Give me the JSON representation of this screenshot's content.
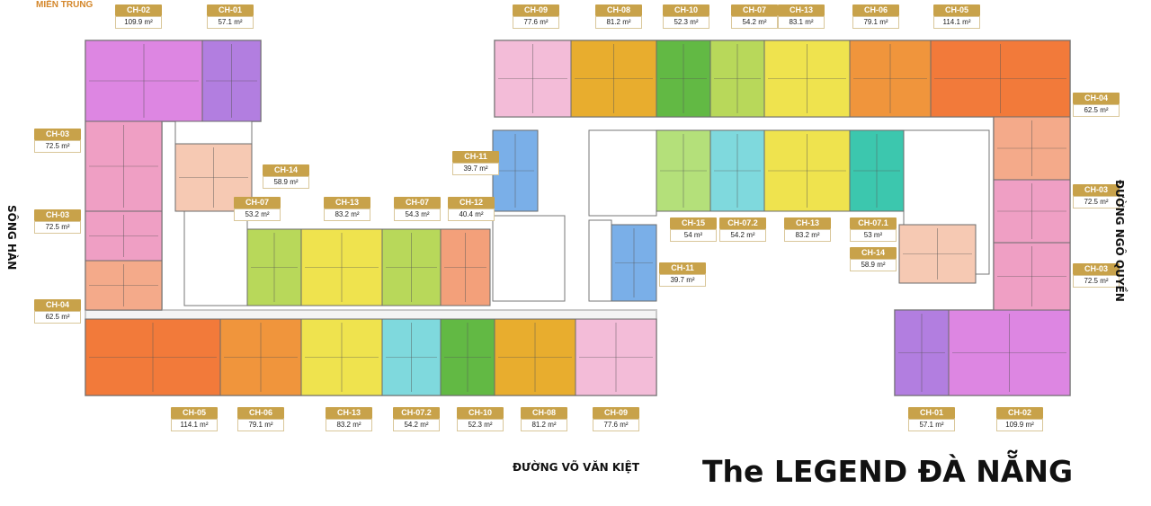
{
  "brand": "MIỀN TRUNG",
  "title": "The LEGEND ĐÀ NẴNG",
  "streets": {
    "left": "SÔNG HÀN",
    "right": "ĐƯỜNG NGÔ QUYỀN",
    "bottom": "ĐƯỜNG VÕ VĂN KIỆT"
  },
  "colors": {
    "CH-01": "#b27ee0",
    "CH-02": "#dd86e2",
    "CH-03": "#ef9fc4",
    "CH-04": "#f4aa8a",
    "CH-05": "#f27a3a",
    "CH-06": "#f0953c",
    "CH-07": "#b8d85a",
    "CH-07.1": "#3cc7ae",
    "CH-07.2": "#7fd9dd",
    "CH-08": "#e8ad2e",
    "CH-09": "#f3bcd8",
    "CH-10": "#62b944",
    "CH-11": "#7aafe8",
    "CH-12": "#f3a07a",
    "CH-13": "#efe34e",
    "CH-14": "#f6c9b3",
    "CH-15": "#b4e07a"
  },
  "labels": [
    {
      "code": "CH-02",
      "area": "109.9 m²"
    },
    {
      "code": "CH-01",
      "area": "57.1 m²"
    },
    {
      "code": "CH-09",
      "area": "77.6 m²"
    },
    {
      "code": "CH-08",
      "area": "81.2 m²"
    },
    {
      "code": "CH-10",
      "area": "52.3 m²"
    },
    {
      "code": "CH-07",
      "area": "54.2 m²"
    },
    {
      "code": "CH-13",
      "area": "83.1 m²"
    },
    {
      "code": "CH-06",
      "area": "79.1 m²"
    },
    {
      "code": "CH-05",
      "area": "114.1 m²"
    },
    {
      "code": "CH-04",
      "area": "62.5 m²"
    },
    {
      "code": "CH-03",
      "area": "72.5 m²"
    },
    {
      "code": "CH-03",
      "area": "72.5 m²"
    },
    {
      "code": "CH-03",
      "area": "72.5 m²"
    },
    {
      "code": "CH-03",
      "area": "72.5 m²"
    },
    {
      "code": "CH-04",
      "area": "62.5 m²"
    },
    {
      "code": "CH-14",
      "area": "58.9 m²"
    },
    {
      "code": "CH-11",
      "area": "39.7 m²"
    },
    {
      "code": "CH-07",
      "area": "53.2 m²"
    },
    {
      "code": "CH-13",
      "area": "83.2 m²"
    },
    {
      "code": "CH-07",
      "area": "54.3 m²"
    },
    {
      "code": "CH-12",
      "area": "40.4 m²"
    },
    {
      "code": "CH-15",
      "area": "54 m²"
    },
    {
      "code": "CH-07.2",
      "area": "54.2 m²"
    },
    {
      "code": "CH-13",
      "area": "83.2 m²"
    },
    {
      "code": "CH-07.1",
      "area": "53 m²"
    },
    {
      "code": "CH-14",
      "area": "58.9 m²"
    },
    {
      "code": "CH-11",
      "area": "39.7 m²"
    },
    {
      "code": "CH-05",
      "area": "114.1 m²"
    },
    {
      "code": "CH-06",
      "area": "79.1 m²"
    },
    {
      "code": "CH-13",
      "area": "83.2 m²"
    },
    {
      "code": "CH-07.2",
      "area": "54.2 m²"
    },
    {
      "code": "CH-10",
      "area": "52.3 m²"
    },
    {
      "code": "CH-08",
      "area": "81.2 m²"
    },
    {
      "code": "CH-09",
      "area": "77.6 m²"
    },
    {
      "code": "CH-01",
      "area": "57.1 m²"
    },
    {
      "code": "CH-02",
      "area": "109.9 m²"
    }
  ],
  "units": [
    {
      "code": "CH-02"
    },
    {
      "code": "CH-01"
    },
    {
      "code": "CH-03"
    },
    {
      "code": "CH-03"
    },
    {
      "code": "CH-04"
    },
    {
      "code": "CH-14"
    },
    {
      "code": "CH-05"
    },
    {
      "code": "CH-06"
    },
    {
      "code": "CH-13"
    },
    {
      "code": "CH-07.2"
    },
    {
      "code": "CH-10"
    },
    {
      "code": "CH-08"
    },
    {
      "code": "CH-09"
    },
    {
      "code": "CH-07"
    },
    {
      "code": "CH-13"
    },
    {
      "code": "CH-07"
    },
    {
      "code": "CH-12"
    },
    {
      "code": "CH-11"
    },
    {
      "code": "CH-09"
    },
    {
      "code": "CH-08"
    },
    {
      "code": "CH-10"
    },
    {
      "code": "CH-07"
    },
    {
      "code": "CH-13"
    },
    {
      "code": "CH-06"
    },
    {
      "code": "CH-05"
    },
    {
      "code": "CH-15"
    },
    {
      "code": "CH-07.2"
    },
    {
      "code": "CH-13"
    },
    {
      "code": "CH-07.1"
    },
    {
      "code": "CH-11"
    },
    {
      "code": "CH-04"
    },
    {
      "code": "CH-03"
    },
    {
      "code": "CH-03"
    },
    {
      "code": "CH-14"
    },
    {
      "code": "CH-01"
    },
    {
      "code": "CH-02"
    }
  ]
}
